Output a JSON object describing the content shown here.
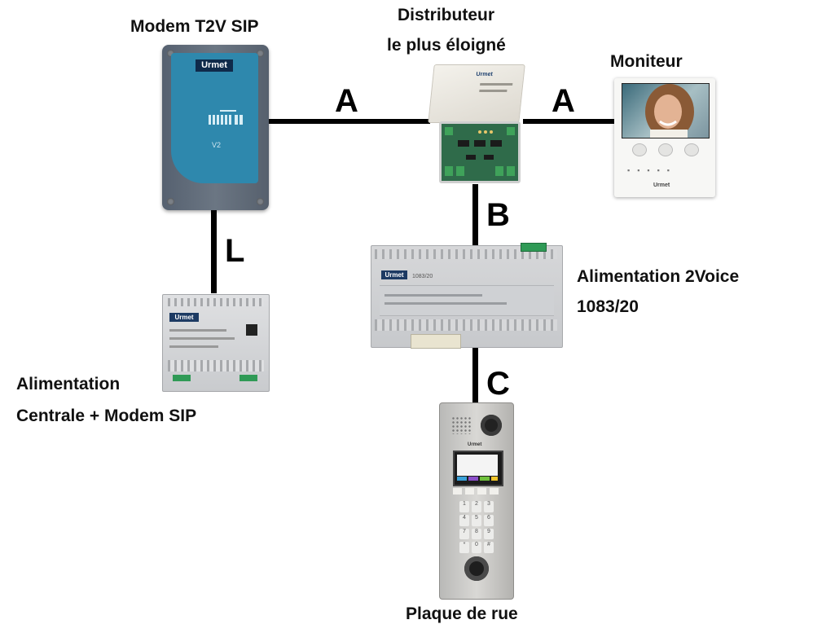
{
  "labels": {
    "modem": "Modem T2V SIP",
    "distributor_line1": "Distributeur",
    "distributor_line2": "le plus éloigné",
    "monitor": "Moniteur",
    "power_supply_line1": "Alimentation 2Voice",
    "power_supply_line2": "1083/20",
    "central_power_line1": "Alimentation",
    "central_power_line2": "Centrale + Modem SIP",
    "street_panel": "Plaque de rue"
  },
  "cables": {
    "modem_to_distributor": "A",
    "distributor_to_monitor": "A",
    "distributor_to_power": "B",
    "power_to_panel": "C",
    "modem_to_central": "L"
  },
  "device_text": {
    "brand": "Urmet",
    "modem_version": "V2",
    "power_supply_model": "1083/20",
    "panel_keys": [
      "1",
      "2",
      "3",
      "4",
      "5",
      "6",
      "7",
      "8",
      "9",
      "*",
      "0",
      "#"
    ]
  },
  "colors": {
    "modem_body": "#5f6a75",
    "modem_panel": "#2b86aa",
    "wire": "#000000"
  }
}
